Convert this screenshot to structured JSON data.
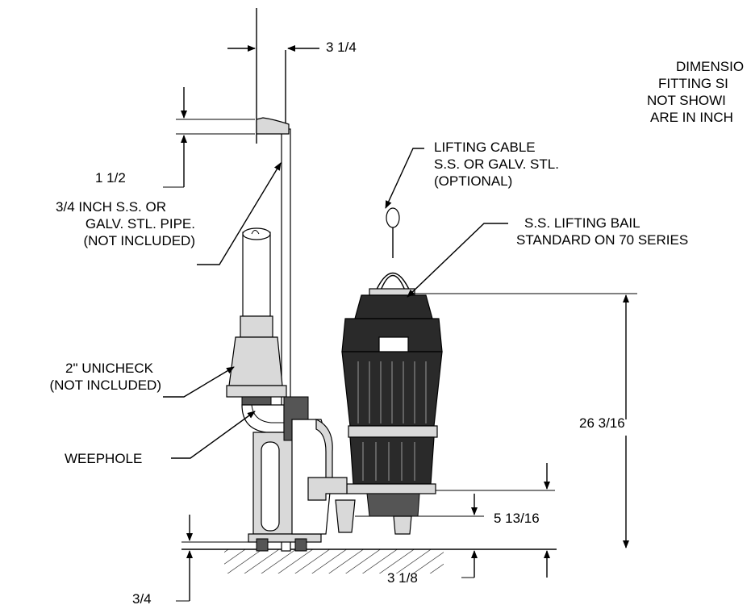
{
  "note": {
    "lines": [
      "DIMENSIO",
      "FITTING SI",
      "NOT SHOWI",
      "ARE IN INCH"
    ]
  },
  "labels": {
    "lifting_cable": [
      "LIFTING CABLE",
      "S.S. OR GALV. STL.",
      "(OPTIONAL)"
    ],
    "lifting_bail": [
      "S.S. LIFTING BAIL",
      "STANDARD ON 70 SERIES"
    ],
    "pipe": [
      "3/4 INCH S.S. OR",
      "GALV. STL. PIPE.",
      "(NOT INCLUDED)"
    ],
    "unicheck": [
      "2\" UNICHECK",
      "(NOT INCLUDED)"
    ],
    "weephole": "WEEPHOLE"
  },
  "dimensions": {
    "top_offset": "3 1/4",
    "bracket_height": "1 1/2",
    "overall_height": "26 3/16",
    "discharge_height": "5 13/16",
    "base_height": "3 1/8",
    "base_plate": "3/4"
  }
}
